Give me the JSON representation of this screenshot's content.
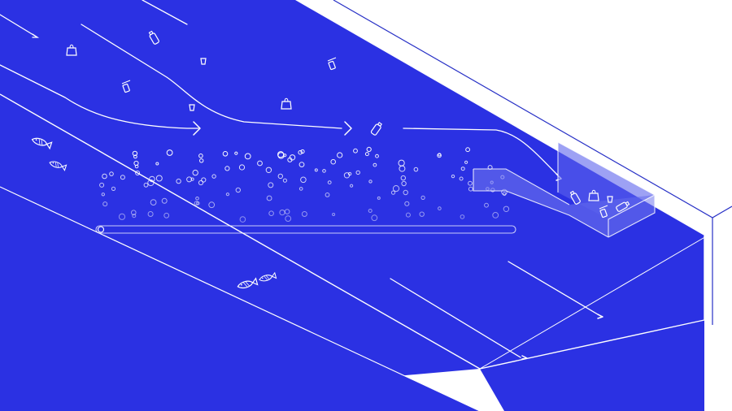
{
  "diagram": {
    "caption": "",
    "colors": {
      "water": "#2b31e3",
      "background": "#ffffff",
      "line": "#ffffff",
      "bubble": "#ffffff",
      "edge": "#2730c6"
    },
    "elements": {
      "flow_arrows": 5,
      "fish": 4,
      "floating_trash": 9,
      "bubbles": 120
    },
    "icons": [
      "fish-icon",
      "plastic-bottle-icon",
      "bag-icon",
      "cup-icon",
      "can-icon",
      "chevron-right-icon"
    ]
  }
}
